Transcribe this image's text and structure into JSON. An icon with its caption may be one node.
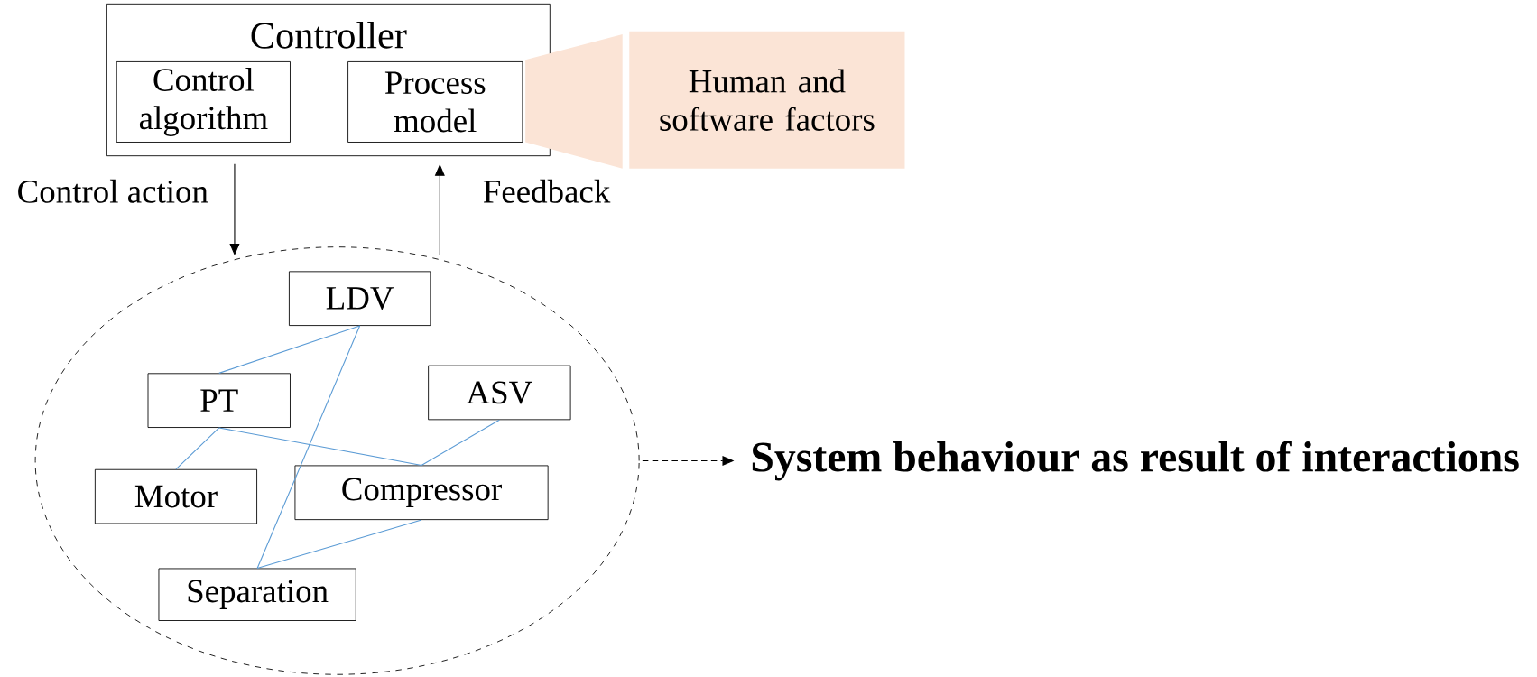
{
  "diagram": {
    "nodes": [
      {
        "text": [
          "Controller"
        ]
      },
      {
        "text": [
          "Control algorithm"
        ],
        "in": 0
      },
      {
        "text": [
          "Process model"
        ],
        "in": 0
      },
      {
        "text": [
          "Human and software factors"
        ]
      },
      {
        "text": [],
        "shape": "ellipse"
      },
      {
        "text": [
          "LDV"
        ],
        "in": 4
      },
      {
        "text": [
          "PT"
        ],
        "in": 4
      },
      {
        "text": [
          "ASV"
        ],
        "in": 4
      },
      {
        "text": [
          "Motor"
        ],
        "in": 4
      },
      {
        "text": [
          "Compressor"
        ],
        "in": 4
      },
      {
        "text": [
          "Separation"
        ],
        "in": 4
      },
      {
        "text": [
          "System behaviour as result of interactions"
        ]
      }
    ],
    "edges": [
      {
        "from": 0,
        "to": 4,
        "arrow": "to",
        "label": "Control action",
        "color": "#000000"
      },
      {
        "from": 4,
        "to": 0,
        "arrow": "to",
        "label": "Feedback",
        "color": "#000000"
      },
      {
        "from": 5,
        "to": 6,
        "arrow": "none",
        "color": "#5b9bd5"
      },
      {
        "from": 5,
        "to": 10,
        "arrow": "none",
        "color": "#5b9bd5"
      },
      {
        "from": 6,
        "to": 8,
        "arrow": "none",
        "color": "#5b9bd5"
      },
      {
        "from": 6,
        "to": 9,
        "arrow": "none",
        "color": "#5b9bd5"
      },
      {
        "from": 7,
        "to": 9,
        "arrow": "none",
        "color": "#5b9bd5"
      },
      {
        "from": 9,
        "to": 10,
        "arrow": "none",
        "color": "#5b9bd5"
      },
      {
        "from": 4,
        "to": 11,
        "arrow": "to",
        "style": "dashed",
        "color": "#000000"
      }
    ]
  }
}
